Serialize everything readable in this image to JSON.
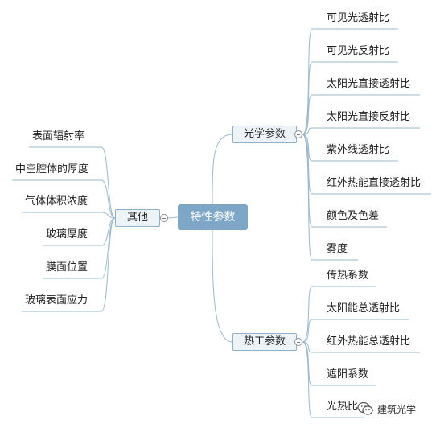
{
  "diagram": {
    "center": "特性参数",
    "branches": {
      "optical": {
        "label": "光学参数",
        "items": [
          "可见光透射比",
          "可见光反射比",
          "太阳光直接透射比",
          "太阳光直接反射比",
          "紫外线透射比",
          "红外热能直接透射比",
          "颜色及色差",
          "雾度"
        ]
      },
      "thermal": {
        "label": "热工参数",
        "items": [
          "传热系数",
          "太阳能总透射比",
          "红外热能总透射比",
          "遮阳系数",
          "光热比"
        ]
      },
      "other": {
        "label": "其他",
        "items": [
          "表面辐射率",
          "中空腔体的厚度",
          "气体体积浓度",
          "玻璃厚度",
          "膜面位置",
          "玻璃表面应力"
        ]
      }
    }
  },
  "watermark": {
    "text": "建筑光学",
    "icon": "wechat-icon"
  },
  "colors": {
    "center_fill": "#7ea6c6",
    "branch_fill": "#eef3f8",
    "branch_border": "#8fb0c9",
    "connector": "#9ab8cc"
  }
}
